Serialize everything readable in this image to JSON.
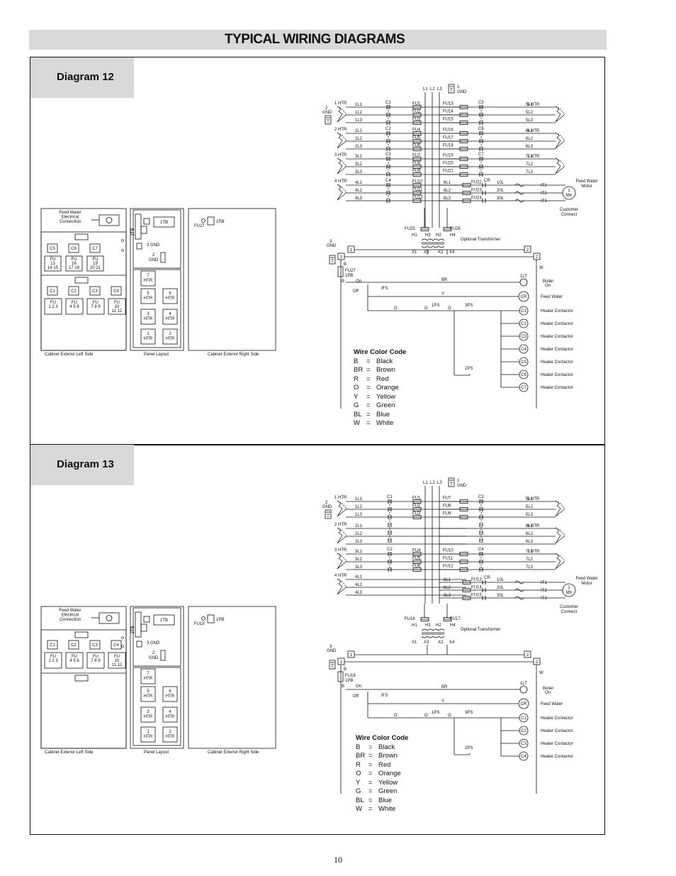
{
  "page": {
    "title": "TYPICAL WIRING DIAGRAMS",
    "page_number": "10"
  },
  "legend_title": "Wire Color Code",
  "legend_items": [
    {
      "code": "B",
      "eq": "=",
      "name": "Black"
    },
    {
      "code": "BR",
      "eq": "=",
      "name": "Brown"
    },
    {
      "code": "R",
      "eq": "=",
      "name": "Red"
    },
    {
      "code": "O",
      "eq": "=",
      "name": "Orange"
    },
    {
      "code": "Y",
      "eq": "=",
      "name": "Yellow"
    },
    {
      "code": "G",
      "eq": "=",
      "name": "Green"
    },
    {
      "code": "BL",
      "eq": "=",
      "name": "Blue"
    },
    {
      "code": "W",
      "eq": "=",
      "name": "White"
    }
  ],
  "common": {
    "feed_water_connection": [
      "Feed Water",
      "Electrical",
      "Connection"
    ],
    "cabinet_left": "Cabinet Exterior Left Side",
    "panel_layout": "Panel Layout",
    "cabinet_right": "Cabinet Exterior Right Side",
    "tb1": "1TB",
    "tb2": "2TB",
    "gnd1": "1 GND",
    "gnd2": "2 GND",
    "gnd3": "3 GND",
    "pb1": "1PB",
    "optional_transformer": "Optional Transformer",
    "lines": [
      "L1",
      "L2",
      "L3"
    ],
    "feed_water_motor": [
      "Feed Water",
      "Motor"
    ],
    "motor": [
      "1",
      "Mtr"
    ],
    "customer_connect": [
      "Customer",
      "Connect"
    ],
    "boiler_on": [
      "Boiler",
      "On"
    ],
    "feed_water": "Feed Water",
    "heater_contactor": "Heater Contactor",
    "on": "On",
    "off": "Off",
    "lt1": "1LT",
    "cr": "CR",
    "ifs": "IFS",
    "ps1": "1PS",
    "ps2": "2PS",
    "ps3": "3PS",
    "wire_br": "BR",
    "wire_y": "Y",
    "wire_o": "O",
    "wire_b": "B",
    "wire_w": "W",
    "node1": "1",
    "node2": "2",
    "htr": "HTR",
    "transformer_taps": [
      "H1",
      "H3",
      "H2",
      "H4",
      "X1",
      "X3",
      "X2",
      "X4"
    ],
    "motor_leads": [
      "10L",
      "20L",
      "30L"
    ],
    "it_terms": [
      "IT1",
      "IT2",
      "IT3"
    ]
  },
  "diagram12": {
    "label": "Diagram 12",
    "heaters_left": [
      "1 HTR",
      "2 HTR",
      "3 HTR",
      "4 HTR"
    ],
    "heaters_right": [
      "5 HTR",
      "6 HTR",
      "7 HTR"
    ],
    "contactors_left": [
      "C1",
      "C2",
      "C3",
      "C4"
    ],
    "contactors_right": [
      "C5",
      "C6",
      "C7"
    ],
    "leads_left": [
      "1L1",
      "1L2",
      "1L3",
      "2L1",
      "2L2",
      "2L3",
      "3L1",
      "3L2",
      "3L3",
      "4L1",
      "4L2",
      "4L3"
    ],
    "leads_right": [
      "5L1",
      "5L2",
      "5L3",
      "6L1",
      "6L2",
      "6L3",
      "7L1",
      "7L2",
      "7L3"
    ],
    "fuses_left": [
      "FU1",
      "FU2",
      "FU3",
      "FU4",
      "FU5",
      "FU6",
      "FU7",
      "FU8",
      "FU9",
      "FU10",
      "FU11",
      "FU12"
    ],
    "fuses_right": [
      "FU13",
      "FU14",
      "FU15",
      "FU16",
      "FU17",
      "FU18",
      "FU19",
      "FU20",
      "FU21"
    ],
    "motor_feed": [
      "8L1",
      "8L2",
      "8L3"
    ],
    "motor_fuses": [
      "FU22",
      "FU23",
      "FU24"
    ],
    "xfmr_fuses": [
      "FU25",
      "FU26"
    ],
    "control_fuse": "FU27",
    "contactor_coils": [
      "C1",
      "C2",
      "C3",
      "C4",
      "C5",
      "C6",
      "C7"
    ],
    "cab_top": [
      "C5",
      "C6",
      "C7"
    ],
    "cab_top_fu": [
      [
        "FU",
        "13",
        "14  15"
      ],
      [
        "FU",
        "16",
        "17  18"
      ],
      [
        "FU",
        "19",
        "20  21"
      ]
    ],
    "cab_bottom": [
      "C1",
      "C2",
      "C3",
      "C4"
    ],
    "cab_bottom_fu": [
      [
        "FU",
        "1  2  3"
      ],
      [
        "FU",
        "4  5  6"
      ],
      [
        "FU",
        "7  8  9"
      ],
      [
        "FU",
        "10",
        "11  12"
      ]
    ],
    "panel_htrs": [
      [
        "7",
        "HTR"
      ],
      [
        "5",
        "HTR"
      ],
      [
        "6",
        "HTR"
      ],
      [
        "3",
        "HTR"
      ],
      [
        "4",
        "HTR"
      ],
      [
        "1",
        "HTR"
      ],
      [
        "2",
        "HTR"
      ]
    ]
  },
  "diagram13": {
    "label": "Diagram 13",
    "heaters_left": [
      "1 HTR",
      "2 HTR",
      "3 HTR",
      "4 HTR"
    ],
    "heaters_right": [
      "5 HTR",
      "6 HTR",
      "7 HTR"
    ],
    "contactors_left": [
      "C1",
      "C2"
    ],
    "contactors_right": [
      "C3",
      "C4"
    ],
    "leads_left": [
      "1L1",
      "1L2",
      "1L3",
      "2L1",
      "2L2",
      "2L3",
      "3L1",
      "3L2",
      "3L3",
      "4L1",
      "4L2",
      "4L3"
    ],
    "leads_right": [
      "5L1",
      "5L2",
      "5L3",
      "6L1",
      "6L2",
      "6L3",
      "7L1",
      "7L2",
      "7L3"
    ],
    "fuses_left": [
      "FU1",
      "FU2",
      "FU3",
      "FU4",
      "FU5",
      "FU6"
    ],
    "fuses_right": [
      "FU7",
      "FU8",
      "FU9",
      "FU10",
      "FU11",
      "FU12"
    ],
    "motor_feed": [
      "8L1",
      "8L2",
      "8L3"
    ],
    "motor_fuses": [
      "FU13",
      "FU14",
      "FU15"
    ],
    "xfmr_fuses": [
      "FU16",
      "FU17"
    ],
    "control_fuse": "FU18",
    "contactor_coils": [
      "C1",
      "C2",
      "C3",
      "C4"
    ],
    "cab_bottom": [
      "C1",
      "C2",
      "C3",
      "C4"
    ],
    "cab_bottom_fu": [
      [
        "FU",
        "1  2  3"
      ],
      [
        "FU",
        "4  5  6"
      ],
      [
        "FU",
        "7  8  9"
      ],
      [
        "FU",
        "10",
        "11  12"
      ]
    ],
    "panel_htrs": [
      [
        "7",
        "HTR"
      ],
      [
        "5",
        "HTR"
      ],
      [
        "6",
        "HTR"
      ],
      [
        "3",
        "HTR"
      ],
      [
        "4",
        "HTR"
      ],
      [
        "1",
        "HTR"
      ],
      [
        "2",
        "HTR"
      ]
    ]
  }
}
